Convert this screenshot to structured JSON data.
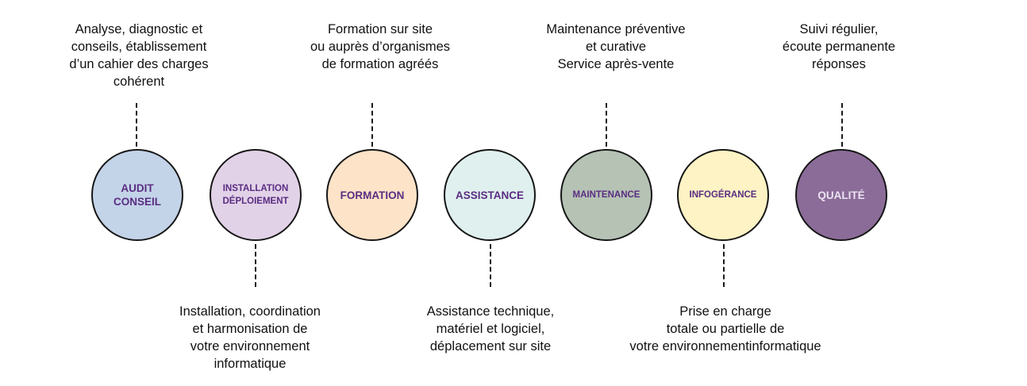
{
  "stages": [
    {
      "label": "AUDIT\nCONSEIL",
      "color": "#c3d3e8",
      "description": "Analyse, diagnostic et\nconseils, établissement\nd’un cahier des charges\ncohérent",
      "description_side": "top"
    },
    {
      "label": "INSTALLATION\nDÉPLOIEMENT",
      "color": "#e2d2e8",
      "description": "Installation, coordination\net harmonisation de\nvotre environnement\ninformatique",
      "description_side": "bottom"
    },
    {
      "label": "FORMATION",
      "color": "#fde3c8",
      "description": "Formation sur site\nou auprès d’organismes\nde formation agréés",
      "description_side": "top"
    },
    {
      "label": "ASSISTANCE",
      "color": "#dff0ee",
      "description": "Assistance technique,\nmatériel et logiciel,\ndéplacement sur site",
      "description_side": "bottom"
    },
    {
      "label": "MAINTENANCE",
      "color": "#b5c2b4",
      "description": "Maintenance préventive\net curative\nService après-vente",
      "description_side": "top"
    },
    {
      "label": "INFOGÉRANCE",
      "color": "#fdf3c4",
      "description": "Prise en charge\ntotale ou partielle de\nvotre environnementinformatique",
      "description_side": "bottom"
    },
    {
      "label": "QUALITÉ",
      "color": "#8b6c98",
      "description": "Suivi régulier,\nécoute permanente\nréponses",
      "description_side": "top"
    }
  ]
}
